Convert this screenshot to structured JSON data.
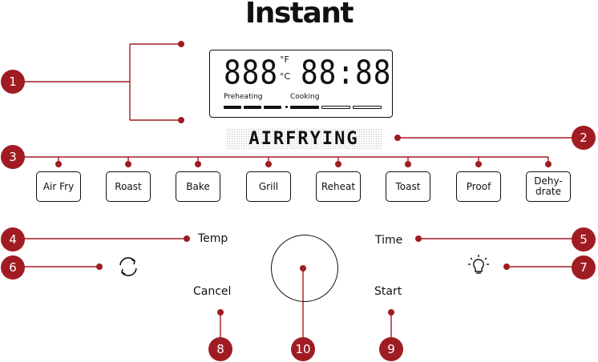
{
  "brand": {
    "logo": "Instant"
  },
  "display": {
    "temp_digits": "888",
    "time_digits": "88:88",
    "unit_f": "°F",
    "unit_c": "°C",
    "label_preheating": "Preheating",
    "label_cooking": "Cooking"
  },
  "mode_text": "AIRFRYING",
  "programs": [
    {
      "label": "Air Fry"
    },
    {
      "label": "Roast"
    },
    {
      "label": "Bake"
    },
    {
      "label": "Grill"
    },
    {
      "label": "Reheat"
    },
    {
      "label": "Toast"
    },
    {
      "label": "Proof"
    },
    {
      "label": "Dehy-\ndrate"
    }
  ],
  "controls": {
    "temp": "Temp",
    "time": "Time",
    "cancel": "Cancel",
    "start": "Start"
  },
  "icons": {
    "rotate": "rotate-icon",
    "light": "light-bulb-icon"
  },
  "callouts": [
    "1",
    "2",
    "3",
    "4",
    "5",
    "6",
    "7",
    "8",
    "9",
    "10"
  ],
  "colors": {
    "accent": "#a01c23",
    "ink": "#111111"
  }
}
